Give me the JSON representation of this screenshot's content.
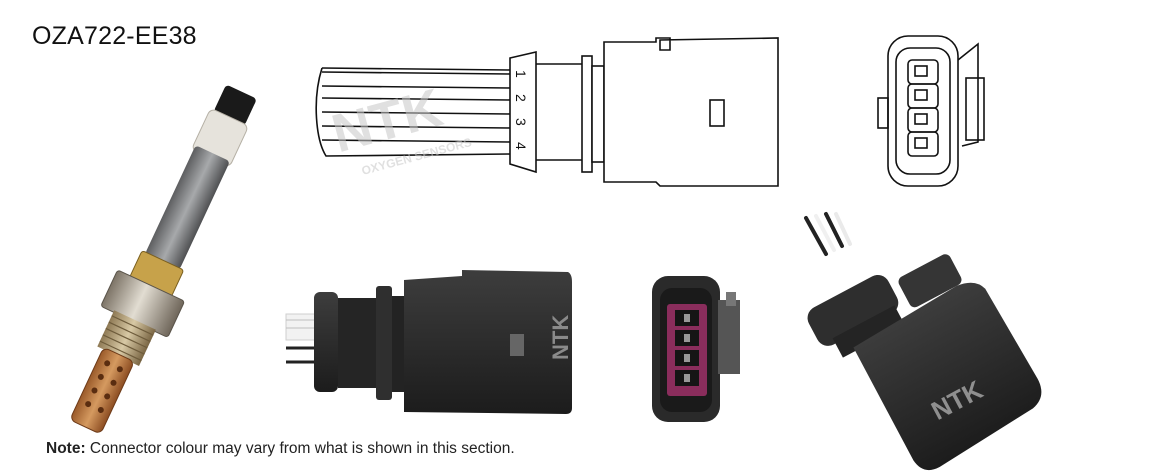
{
  "part_number": "OZA722-EE38",
  "note": {
    "label": "Note:",
    "text": "Connector colour may vary from what is shown in this section."
  },
  "connector_pins": [
    "1",
    "2",
    "3",
    "4"
  ],
  "watermark": {
    "brand": "NTK",
    "subtitle": "OXYGEN SENSORS"
  },
  "colors": {
    "connector_body": "#2b2b2b",
    "pin_housing": "#8a2d5c",
    "line_art": "#111111",
    "watermark": "#c8c8c8"
  }
}
